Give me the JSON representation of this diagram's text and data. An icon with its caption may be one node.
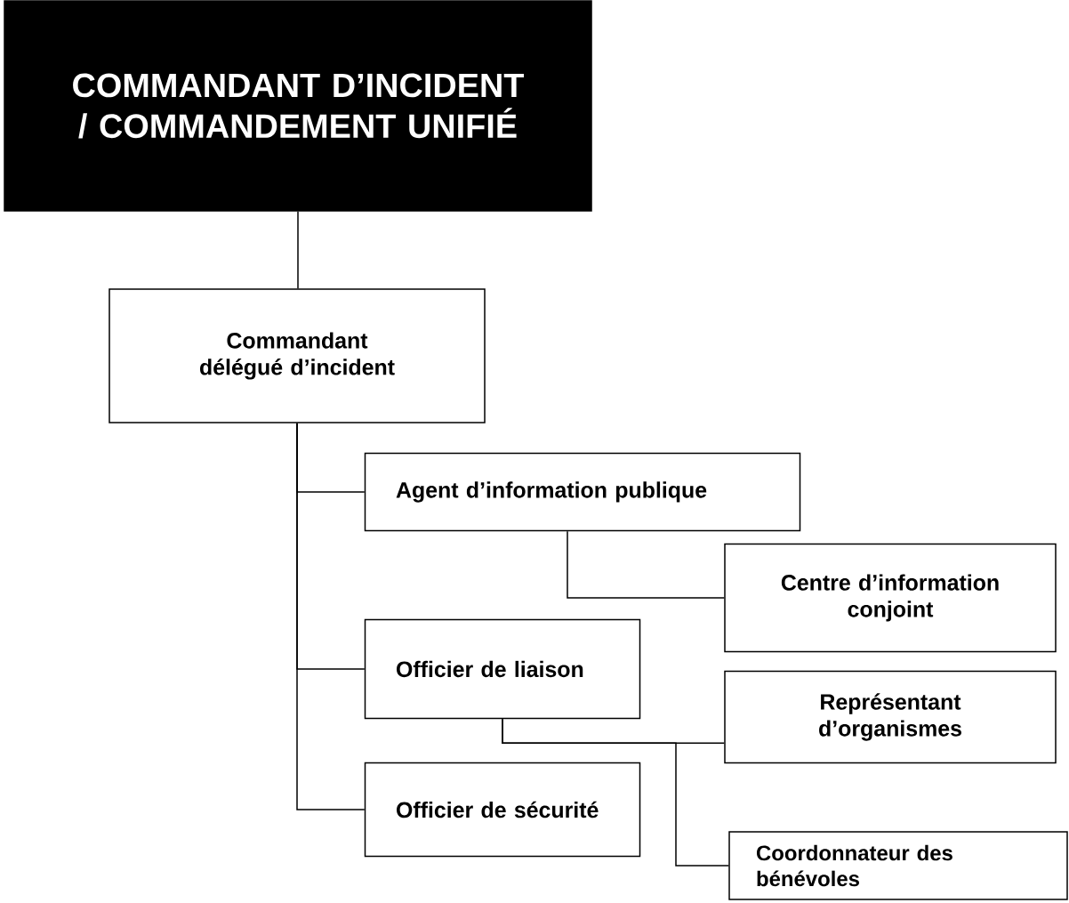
{
  "diagram": {
    "nodes": [
      {
        "text": [
          "COMMANDANT D’INCIDENT / COMMANDEMENT UNIFIÉ"
        ]
      },
      {
        "text": [
          "Commandant délégué d’incident"
        ]
      },
      {
        "text": [
          "Agent d’information publique"
        ]
      },
      {
        "text": [
          "Centre d’information conjoint"
        ]
      },
      {
        "text": [
          "Officier de liaison"
        ]
      },
      {
        "text": [
          "Représentant d’organismes"
        ]
      },
      {
        "text": [
          "Officier de sécurité"
        ]
      },
      {
        "text": [
          "Coordonnateur des bénévoles"
        ]
      }
    ],
    "edges": [
      {
        "from": 0,
        "to": 1,
        "arrow": "none"
      },
      {
        "from": 1,
        "to": 2,
        "arrow": "none"
      },
      {
        "from": 1,
        "to": 4,
        "arrow": "none"
      },
      {
        "from": 1,
        "to": 6,
        "arrow": "none"
      },
      {
        "from": 2,
        "to": 3,
        "arrow": "none"
      },
      {
        "from": 4,
        "to": 5,
        "arrow": "none"
      },
      {
        "from": 4,
        "to": 7,
        "arrow": "none"
      }
    ]
  }
}
